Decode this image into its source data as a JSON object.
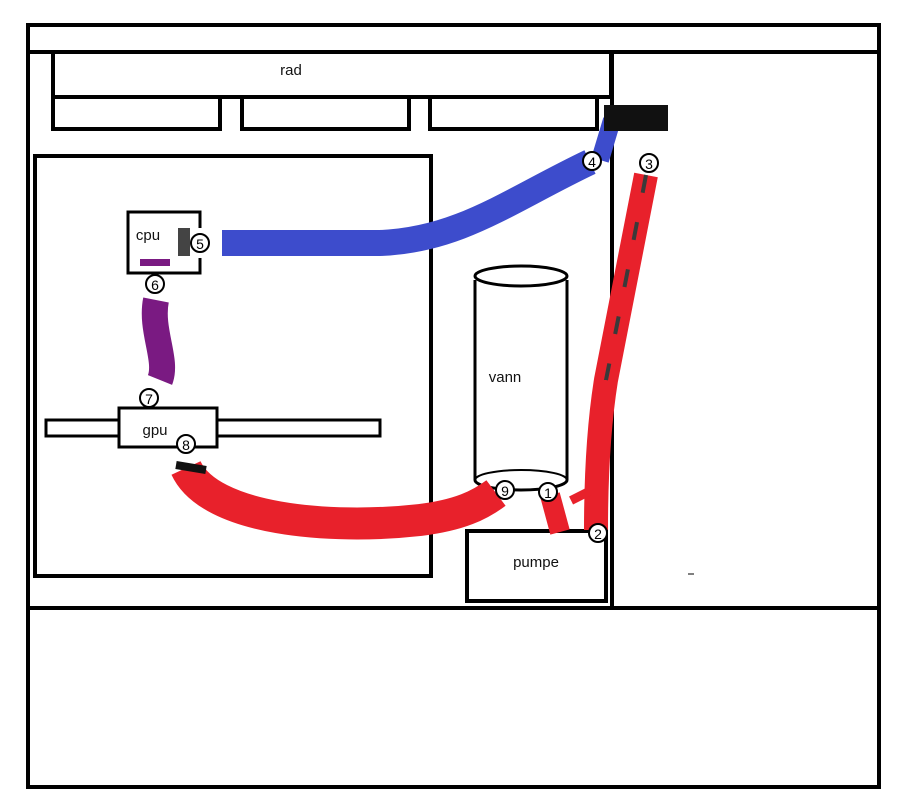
{
  "labels": {
    "rad": "rad",
    "cpu": "cpu",
    "gpu": "gpu",
    "vann": "vann",
    "pumpe": "pumpe"
  },
  "markers": [
    "1",
    "2",
    "3",
    "4",
    "5",
    "6",
    "7",
    "8",
    "9"
  ],
  "colors": {
    "cold_tube": "#3d4ccc",
    "hot_tube": "#e8212b",
    "link_tube": "#7a1a82",
    "fitting": "#444444"
  }
}
